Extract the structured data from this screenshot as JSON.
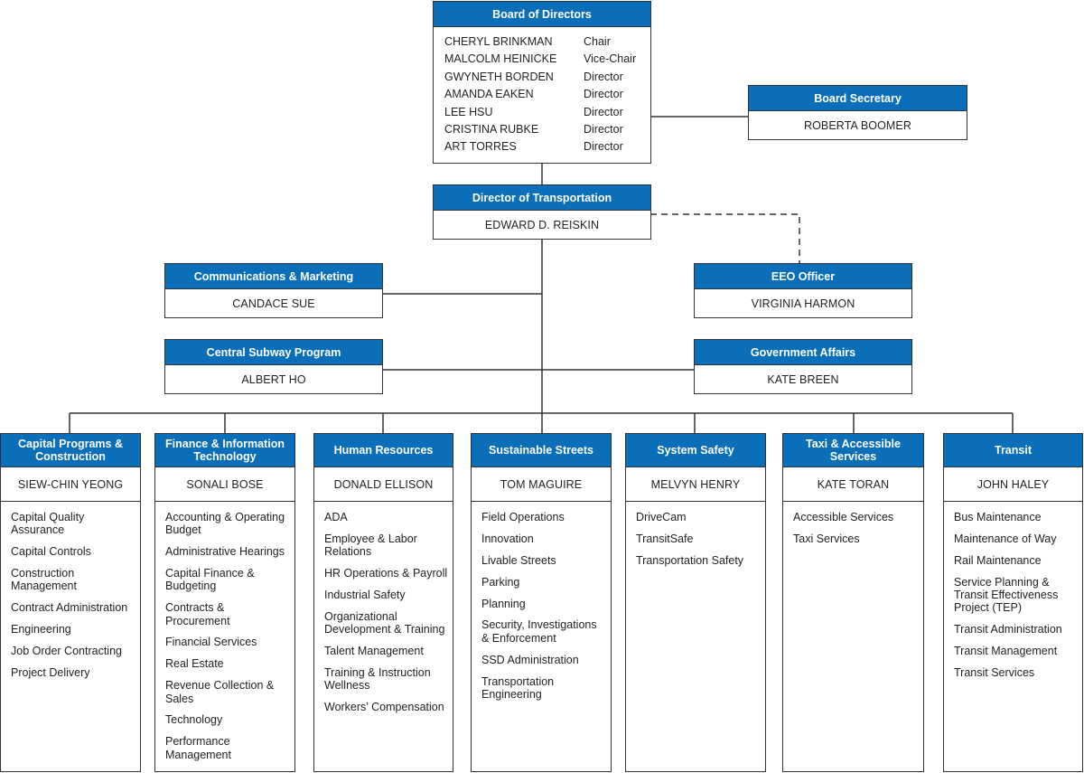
{
  "board": {
    "title": "Board of Directors",
    "members": [
      {
        "name": "CHERYL BRINKMAN",
        "role": "Chair"
      },
      {
        "name": "MALCOLM HEINICKE",
        "role": "Vice-Chair"
      },
      {
        "name": "GWYNETH BORDEN",
        "role": "Director"
      },
      {
        "name": "AMANDA EAKEN",
        "role": "Director"
      },
      {
        "name": "LEE HSU",
        "role": "Director"
      },
      {
        "name": "CRISTINA RUBKE",
        "role": "Director"
      },
      {
        "name": "ART TORRES",
        "role": "Director"
      }
    ]
  },
  "secretary": {
    "title": "Board Secretary",
    "name": "ROBERTA BOOMER"
  },
  "director": {
    "title": "Director of Transportation",
    "name": "EDWARD D. REISKIN"
  },
  "comms": {
    "title": "Communications & Marketing",
    "name": "CANDACE SUE"
  },
  "eeo": {
    "title": "EEO Officer",
    "name": "VIRGINIA HARMON"
  },
  "subway": {
    "title": "Central Subway Program",
    "name": "ALBERT HO"
  },
  "gov": {
    "title": "Government Affairs",
    "name": "KATE BREEN"
  },
  "departments": [
    {
      "title": "Capital Programs & Construction",
      "head": "SIEW-CHIN YEONG",
      "items": [
        "Capital Quality Assurance",
        "Capital Controls",
        "Construction Management",
        "Contract Administration",
        "Engineering",
        "Job Order Contracting",
        "Project Delivery"
      ]
    },
    {
      "title": "Finance & Information Technology",
      "head": "SONALI BOSE",
      "items": [
        "Accounting & Operating Budget",
        "Administrative Hearings",
        "Capital Finance & Budgeting",
        "Contracts & Procurement",
        "Financial Services",
        "Real Estate",
        "Revenue Collection & Sales",
        "Technology",
        "Performance Management"
      ]
    },
    {
      "title": "Human Resources",
      "head": "DONALD ELLISON",
      "items": [
        "ADA",
        "Employee & Labor Relations",
        "HR Operations & Payroll",
        "Industrial Safety",
        "Organizational Development & Training",
        "Talent Management",
        "Training & Instruction Wellness",
        "Workers’ Compensation"
      ]
    },
    {
      "title": "Sustainable Streets",
      "head": "TOM MAGUIRE",
      "items": [
        "Field Operations",
        "Innovation",
        "Livable Streets",
        "Parking",
        "Planning",
        "Security, Investigations & Enforcement",
        "SSD Administration",
        "Transportation Engineering"
      ]
    },
    {
      "title": "System Safety",
      "head": "MELVYN HENRY",
      "items": [
        "DriveCam",
        "TransitSafe",
        "Transportation Safety"
      ]
    },
    {
      "title": "Taxi & Accessible Services",
      "head": "KATE TORAN",
      "items": [
        "Accessible Services",
        "Taxi Services"
      ]
    },
    {
      "title": "Transit",
      "head": "JOHN HALEY",
      "items": [
        "Bus Maintenance",
        "Maintenance of Way",
        "Rail Maintenance",
        "Service Planning & Transit Effectiveness Project (TEP)",
        "Transit Administration",
        "Transit Management",
        "Transit Services"
      ]
    }
  ],
  "colors": {
    "header": "#0a6fb8",
    "line": "#333333"
  }
}
